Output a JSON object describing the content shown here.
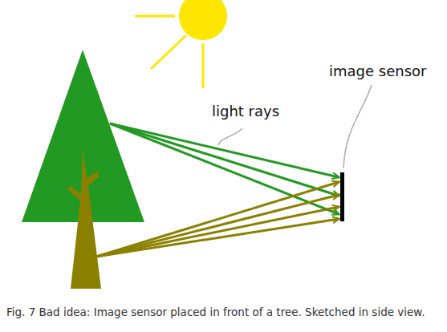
{
  "diagram": {
    "caption": "Fig. 7 Bad idea: Image sensor placed in front of a tree. Sketched in side view.",
    "labels": [
      "light rays",
      "image sensor"
    ]
  }
}
